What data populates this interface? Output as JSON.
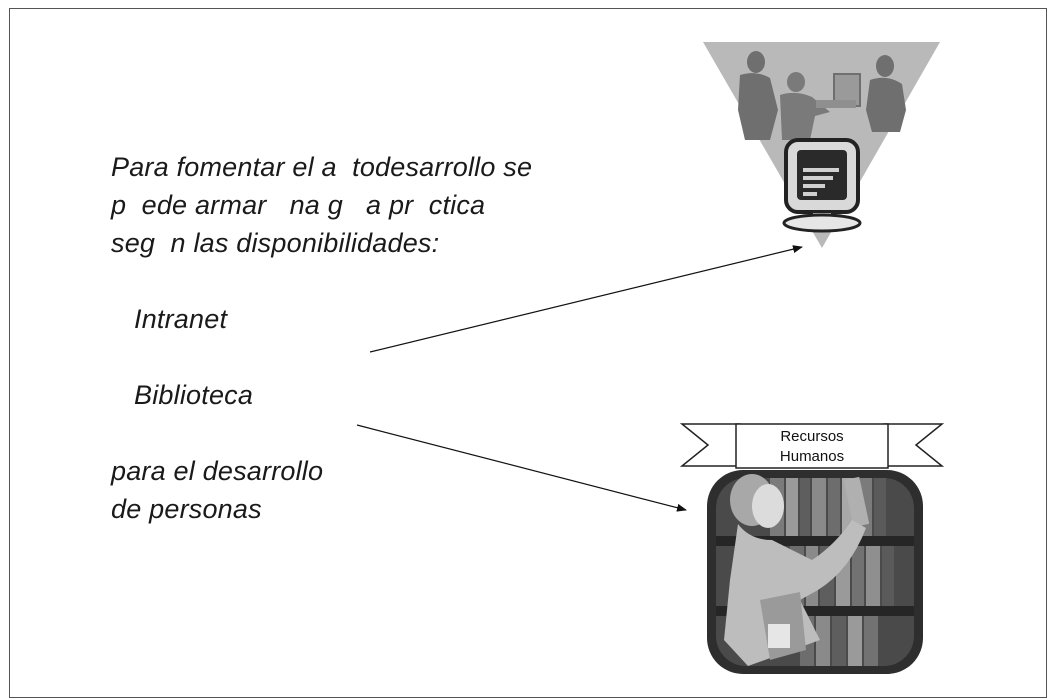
{
  "slide": {
    "intro_lines": [
      "Para fomentar el a  todesarrollo se",
      "p  ede armar   na g   a pr  ctica",
      "seg  n las disponibilidades:"
    ],
    "item_intranet": "Intranet",
    "item_biblioteca": "Biblioteca",
    "outro_lines": [
      "para el desarrollo",
      "de personas"
    ],
    "library_banner_lines": [
      "Recursos",
      "Humanos"
    ]
  },
  "colors": {
    "text": "#1a1a1a",
    "frame": "#555555",
    "clipart_dark": "#3a3a3a",
    "clipart_mid": "#8a8a8a",
    "clipart_light": "#c8c8c8"
  },
  "icons": [
    "computer-team-clipart",
    "library-books-clipart",
    "arrow-icon"
  ]
}
